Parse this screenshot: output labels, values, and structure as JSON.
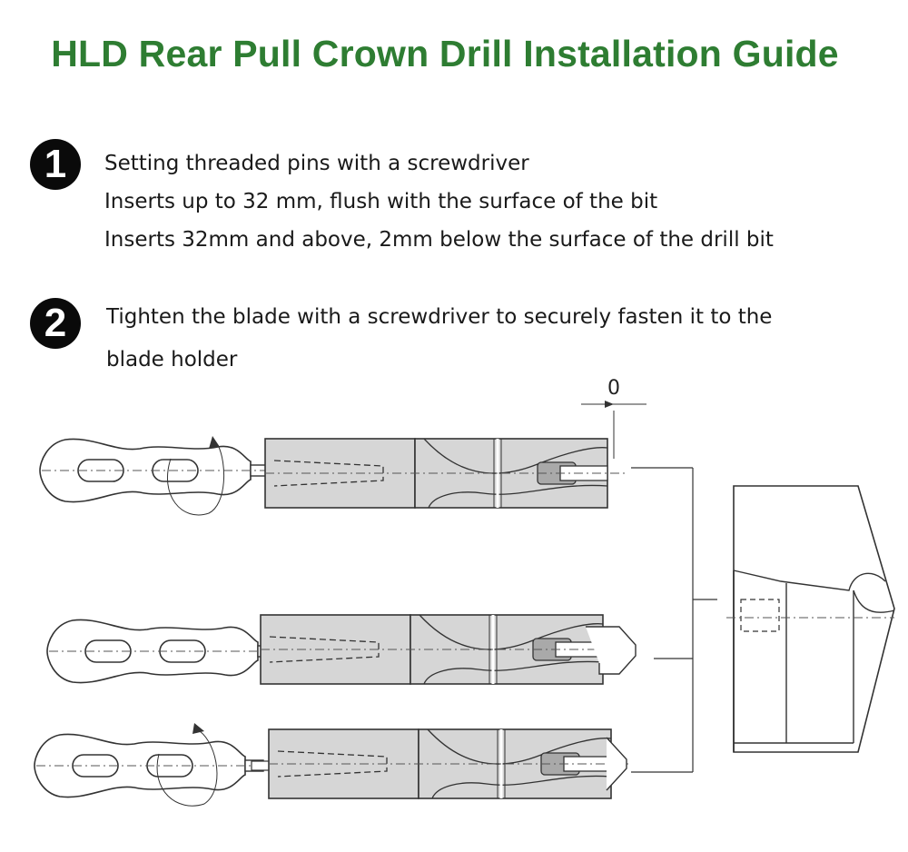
{
  "title": "HLD Rear Pull Crown Drill Installation Guide",
  "colors": {
    "title": "#2e7d32",
    "badge": "#0a0a0a",
    "text": "#1a1a1a",
    "metal": "#d6d6d6",
    "line": "#333333"
  },
  "steps": [
    {
      "number": "1",
      "lines": [
        "Setting threaded pins with a screwdriver",
        "Inserts up to 32 mm, flush with the surface of the bit",
        "Inserts 32mm and above, 2mm below the surface of the drill bit"
      ]
    },
    {
      "number": "2",
      "lines": [
        "Tighten the blade with a screwdriver to securely fasten it to the",
        "blade holder"
      ]
    }
  ],
  "diagram": {
    "dimension_label": "0"
  }
}
